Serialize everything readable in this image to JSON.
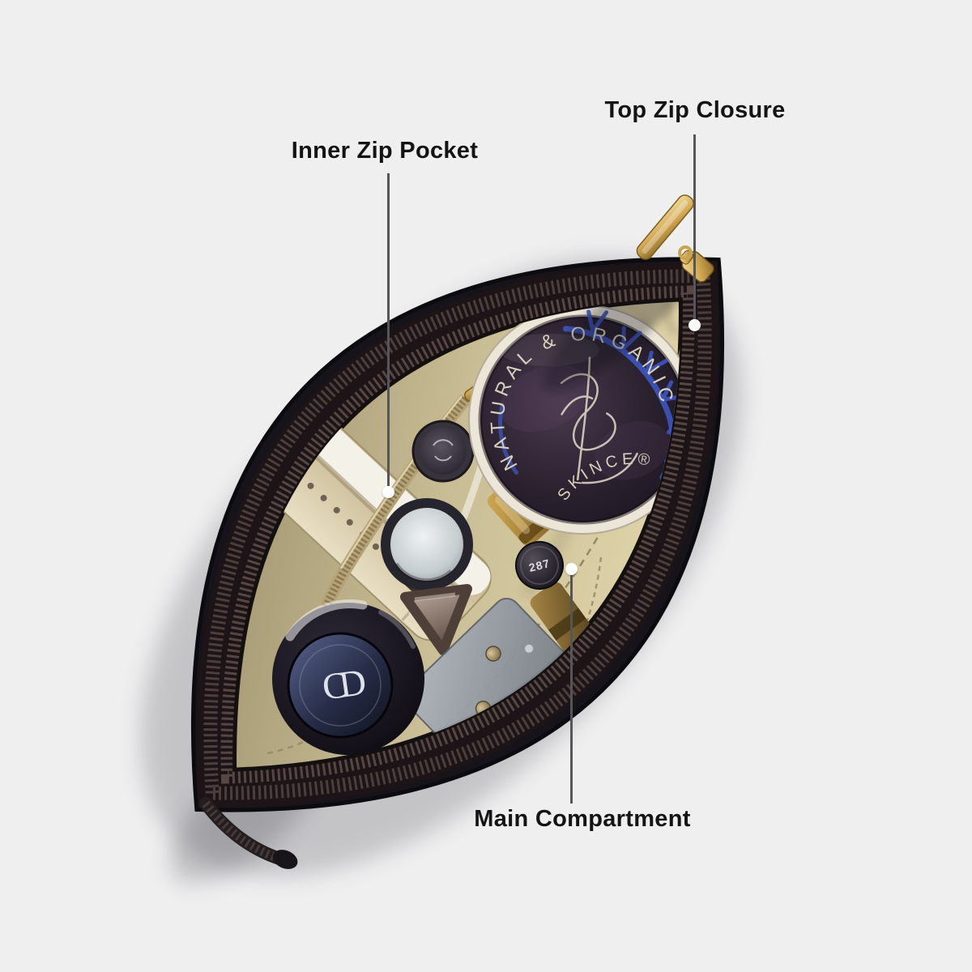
{
  "background_color": "#efeff0",
  "annotations": {
    "top_zip": {
      "label": "Top Zip Closure"
    },
    "inner_zip": {
      "label": "Inner Zip Pocket"
    },
    "main_compartment": {
      "label": "Main Compartment"
    }
  },
  "product": {
    "description": "open oval cosmetic pouch, top view, dark brown shell with khaki lining, filled with makeup items",
    "tin": {
      "arc_text": "NATURAL & ORGANIC",
      "brand_text": "SKINCE®"
    },
    "jar_logo": "CD",
    "lipstick_shade_number": "287",
    "colors": {
      "shell": "#16131a",
      "zipper_band": "#332c31",
      "zipper_teeth": "#4c3e3a",
      "lining": "#cfc39c",
      "gold_hardware": "#d9b463",
      "tin_face": "#2c2230",
      "tin_accent_blue": "#3d56c0",
      "leader_line": "#565658",
      "marker_dot": "#ffffff",
      "label_text": "#141414"
    }
  }
}
